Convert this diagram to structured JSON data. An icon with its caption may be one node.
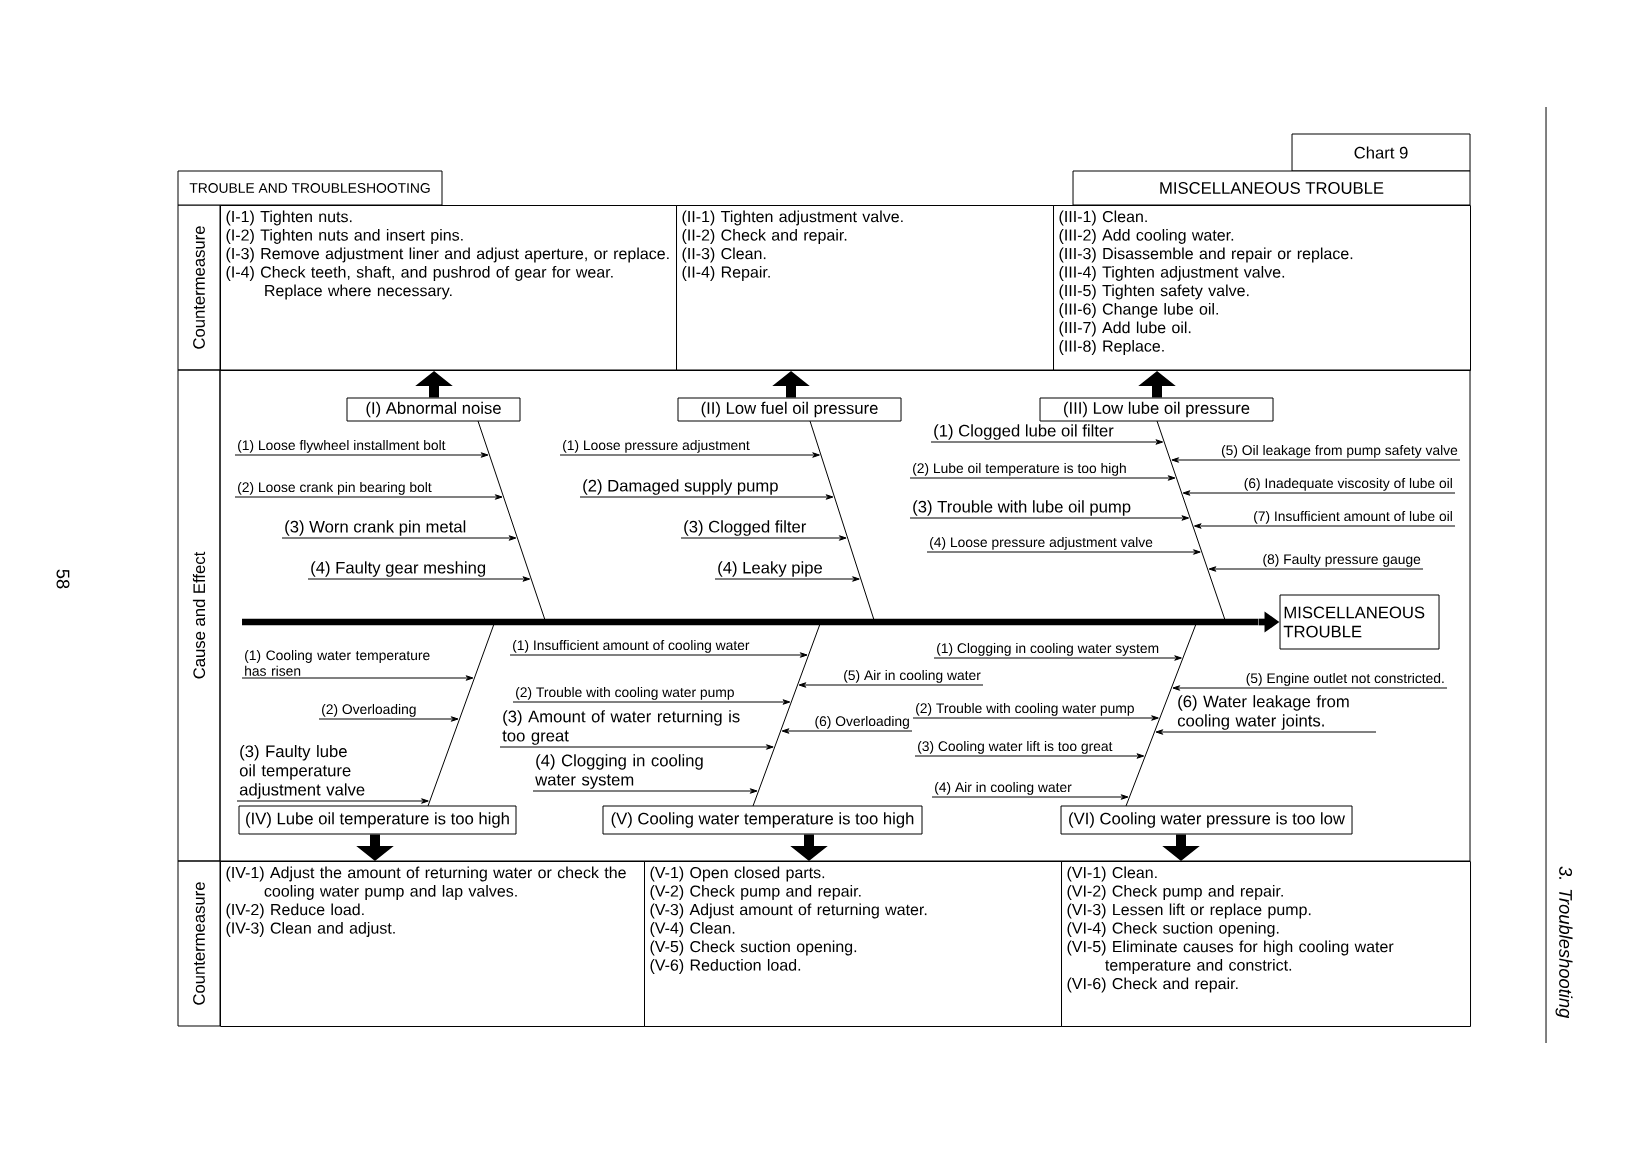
{
  "diagram": {
    "nodes": [
      {
        "text": [
          "Chart 9"
        ]
      },
      {
        "text": [
          "TROUBLE AND TROUBLESHOOTING"
        ]
      },
      {
        "text": [
          "MISCELLANEOUS TROUBLE"
        ]
      },
      {
        "text": [
          "(I-1) Tighten nuts.",
          "(I-2) Tighten nuts and insert pins.",
          "(I-3) Remove adjustment liner and adjust aperture, or replace.",
          "(I-4) Check teeth, shaft, and pushrod of gear for wear. Replace where necessary."
        ]
      },
      {
        "text": [
          "(II-1) Tighten adjustment valve.",
          "(II-2) Check and repair.",
          "(II-3) Clean.",
          "(II-4) Repair."
        ]
      },
      {
        "text": [
          "(III-1) Clean.",
          "(III-2) Add cooling water.",
          "(III-3) Disassemble and repair or replace.",
          "(III-4) Tighten adjustment valve.",
          "(III-5) Tighten safety valve.",
          "(III-6) Change lube oil.",
          "(III-7) Add lube oil.",
          "(III-8) Replace."
        ]
      },
      {
        "text": [
          "(I) Abnormal noise"
        ]
      },
      {
        "text": [
          "(II) Low fuel oil pressure"
        ]
      },
      {
        "text": [
          "(III) Low lube oil pressure"
        ]
      },
      {
        "text": [
          "(1) Loose flywheel installment bolt"
        ]
      },
      {
        "text": [
          "(2) Loose crank pin bearing bolt"
        ]
      },
      {
        "text": [
          "(3) Worn crank pin metal"
        ]
      },
      {
        "text": [
          "(4) Faulty gear meshing"
        ]
      },
      {
        "text": [
          "(1) Loose pressure adjustment"
        ]
      },
      {
        "text": [
          "(2) Damaged supply pump"
        ]
      },
      {
        "text": [
          "(3) Clogged filter"
        ]
      },
      {
        "text": [
          "(4) Leaky pipe"
        ]
      },
      {
        "text": [
          "(1) Clogged lube oil filter"
        ]
      },
      {
        "text": [
          "(2) Lube oil temperature is too high"
        ]
      },
      {
        "text": [
          "(3) Trouble with lube oil pump"
        ]
      },
      {
        "text": [
          "(4) Loose pressure adjustment valve"
        ]
      },
      {
        "text": [
          "(5) Oil leakage from pump safety valve"
        ]
      },
      {
        "text": [
          "(6) Inadequate viscosity of lube oil"
        ]
      },
      {
        "text": [
          "(7) Insufficient amount of lube oil"
        ]
      },
      {
        "text": [
          "(8) Faulty pressure gauge"
        ]
      },
      {
        "text": [
          "MISCELLANEOUS TROUBLE"
        ]
      },
      {
        "text": [
          "(1) Cooling water temperature has risen"
        ]
      },
      {
        "text": [
          "(2) Overloading"
        ]
      },
      {
        "text": [
          "(3) Faulty lube oil temperature adjustment valve"
        ]
      },
      {
        "text": [
          "(1) Insufficient amount of cooling water"
        ]
      },
      {
        "text": [
          "(2) Trouble with cooling water pump"
        ]
      },
      {
        "text": [
          "(3) Amount of water returning is too great"
        ]
      },
      {
        "text": [
          "(4) Clogging in cooling water system"
        ]
      },
      {
        "text": [
          "(5) Air in cooling water"
        ]
      },
      {
        "text": [
          "(6) Overloading"
        ]
      },
      {
        "text": [
          "(1) Clogging in cooling water system"
        ]
      },
      {
        "text": [
          "(2) Trouble with cooling water pump"
        ]
      },
      {
        "text": [
          "(3) Cooling water lift is too great"
        ]
      },
      {
        "text": [
          "(4) Air in cooling water"
        ]
      },
      {
        "text": [
          "(5) Engine outlet not constricted."
        ]
      },
      {
        "text": [
          "(6) Water leakage from cooling water joints."
        ]
      },
      {
        "text": [
          "(IV) Lube oil temperature is too high"
        ]
      },
      {
        "text": [
          "(V) Cooling water temperature is too high"
        ]
      },
      {
        "text": [
          "(VI) Cooling water pressure is too low"
        ]
      },
      {
        "text": [
          "(IV-1) Adjust the amount of returning water or check the cooling water pump and lap valves.",
          "(IV-2) Reduce load.",
          "(IV-3) Clean and adjust."
        ]
      },
      {
        "text": [
          "(V-1) Open closed parts.",
          "(V-2) Check pump and repair.",
          "(V-3) Adjust amount of returning water.",
          "(V-4) Clean.",
          "(V-5) Check suction opening.",
          "(V-6) Reduction load."
        ]
      },
      {
        "text": [
          "(VI-1) Clean.",
          "(VI-2) Check pump and repair.",
          "(VI-3) Lessen lift or replace pump.",
          "(VI-4) Check suction opening.",
          "(VI-5) Eliminate causes for high cooling water temperature and constrict.",
          "(VI-6) Check and repair."
        ]
      },
      {
        "text": [],
        "shape": "bar"
      },
      {
        "text": [],
        "shape": "bar"
      },
      {
        "text": [],
        "shape": "bar"
      },
      {
        "text": [],
        "shape": "bar"
      },
      {
        "text": [],
        "shape": "bar"
      },
      {
        "text": [],
        "shape": "bar"
      },
      {
        "text": [],
        "shape": "bar"
      }
    ],
    "edges": [
      {
        "from": 6,
        "to": 3,
        "arrow": "to",
        "style": "thick"
      },
      {
        "from": 7,
        "to": 4,
        "arrow": "to",
        "style": "thick"
      },
      {
        "from": 8,
        "to": 5,
        "arrow": "to",
        "style": "thick"
      },
      {
        "from": 41,
        "to": 44,
        "arrow": "to",
        "style": "thick"
      },
      {
        "from": 42,
        "to": 45,
        "arrow": "to",
        "style": "thick"
      },
      {
        "from": 43,
        "to": 46,
        "arrow": "to",
        "style": "thick"
      },
      {
        "from": 53,
        "to": 25,
        "arrow": "to",
        "style": "thick"
      },
      {
        "from": 9,
        "to": 47,
        "arrow": "to"
      },
      {
        "from": 10,
        "to": 47,
        "arrow": "to"
      },
      {
        "from": 11,
        "to": 47,
        "arrow": "to"
      },
      {
        "from": 12,
        "to": 47,
        "arrow": "to"
      },
      {
        "from": 13,
        "to": 48,
        "arrow": "to"
      },
      {
        "from": 14,
        "to": 48,
        "arrow": "to"
      },
      {
        "from": 15,
        "to": 48,
        "arrow": "to"
      },
      {
        "from": 16,
        "to": 48,
        "arrow": "to"
      },
      {
        "from": 17,
        "to": 49,
        "arrow": "to"
      },
      {
        "from": 18,
        "to": 49,
        "arrow": "to"
      },
      {
        "from": 19,
        "to": 49,
        "arrow": "to"
      },
      {
        "from": 20,
        "to": 49,
        "arrow": "to"
      },
      {
        "from": 21,
        "to": 49,
        "arrow": "to"
      },
      {
        "from": 22,
        "to": 49,
        "arrow": "to"
      },
      {
        "from": 23,
        "to": 49,
        "arrow": "to"
      },
      {
        "from": 24,
        "to": 49,
        "arrow": "to"
      },
      {
        "from": 26,
        "to": 50,
        "arrow": "to"
      },
      {
        "from": 27,
        "to": 50,
        "arrow": "to"
      },
      {
        "from": 28,
        "to": 50,
        "arrow": "to"
      },
      {
        "from": 29,
        "to": 51,
        "arrow": "to"
      },
      {
        "from": 30,
        "to": 51,
        "arrow": "to"
      },
      {
        "from": 31,
        "to": 51,
        "arrow": "to"
      },
      {
        "from": 32,
        "to": 51,
        "arrow": "to"
      },
      {
        "from": 33,
        "to": 51,
        "arrow": "to"
      },
      {
        "from": 34,
        "to": 51,
        "arrow": "to"
      },
      {
        "from": 35,
        "to": 52,
        "arrow": "to"
      },
      {
        "from": 36,
        "to": 52,
        "arrow": "to"
      },
      {
        "from": 37,
        "to": 52,
        "arrow": "to"
      },
      {
        "from": 38,
        "to": 52,
        "arrow": "to"
      },
      {
        "from": 39,
        "to": 52,
        "arrow": "to"
      },
      {
        "from": 40,
        "to": 52,
        "arrow": "to"
      }
    ],
    "labels": [
      "58",
      "Countermeasure",
      "Cause and Effect",
      "Countermeasure",
      "3. Troubleshooting"
    ]
  }
}
